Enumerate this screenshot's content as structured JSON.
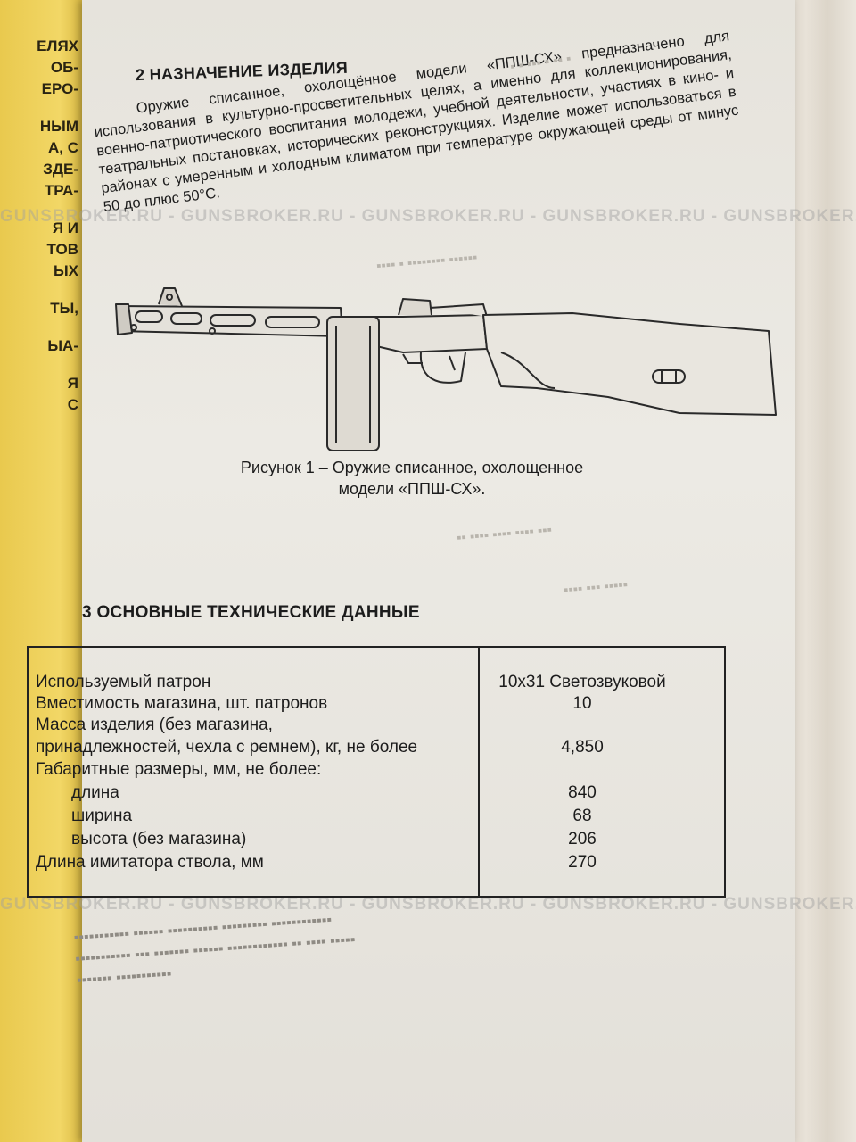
{
  "yellow_page": {
    "lines": [
      "ЕЛЯХ",
      "ОБ-",
      "ЕРО-",
      "",
      "НЫМ",
      "А, С",
      "ЗДЕ-",
      "ТРА-",
      "",
      "Я И",
      "ТОВ",
      "ЫХ",
      "",
      "ТЫ,",
      "",
      "ЫА-",
      "",
      "Я",
      "С"
    ]
  },
  "section2": {
    "title": "2 НАЗНАЧЕНИЕ ИЗДЕЛИЯ",
    "paragraph": "Оружие списанное, охолощённое  модели «ППШ-СХ» предназначено для использования в культурно-просветительных целях, а именно для коллекционирования, военно-патриотического воспитания молодежи, учебной деятельности, участиях в кино- и театральных постановках, исторических реконструкциях.  Изделие может использоваться в районах с умеренным и холодным климатом при температуре окружающей среды от минус 50 до плюс 50°С."
  },
  "figure": {
    "caption_line1": "Рисунок 1 – Оружие списанное, охолощенное",
    "caption_line2": "модели «ППШ-СХ»."
  },
  "watermark": {
    "text": "GUNSBROKER.RU - GUNSBROKER.RU - GUNSBROKER.RU - GUNSBROKER.RU - GUNSBROKER.RU"
  },
  "section3": {
    "title": "3 ОСНОВНЫЕ ТЕХНИЧЕСКИЕ ДАННЫЕ",
    "rows": [
      {
        "label": "Используемый патрон",
        "value": "10x31 Светозвуковой"
      },
      {
        "label": "Вместимость магазина, шт. патронов",
        "value": "10"
      },
      {
        "label": "Масса изделия (без магазина,",
        "value": ""
      },
      {
        "label": "принадлежностей, чехла с ремнем), кг, не более",
        "value": "4,850"
      },
      {
        "label": "Габаритные размеры, мм, не более:",
        "value": ""
      },
      {
        "label": "длина",
        "value": "840"
      },
      {
        "label": "ширина",
        "value": "68"
      },
      {
        "label": "высота (без магазина)",
        "value": "206"
      },
      {
        "label": "Длина имитатора ствола, мм",
        "value": "270"
      }
    ]
  },
  "colors": {
    "yellow_page": "#f2d766",
    "paper": "#e9e7e1",
    "ink": "#1c1c1c"
  }
}
